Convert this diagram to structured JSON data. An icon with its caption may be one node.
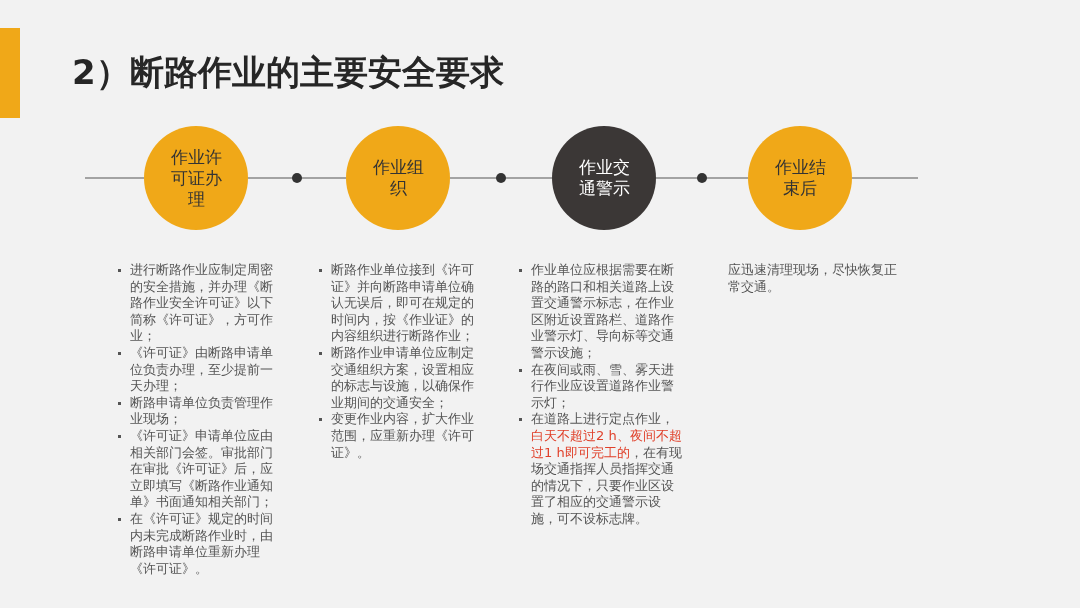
{
  "diagram": {
    "title": "2）断路作业的主要安全要求",
    "nodes": [
      {
        "text": [
          "作业许可证办理"
        ],
        "beside": [
          "进行断路作业应制定周密的安全措施，并办理《断路作业安全许可证》以下简称《许可证》，方可作业；",
          "《许可证》由断路申请单位负责办理，至少提前一天办理；",
          "断路申请单位负责管理作业现场；",
          "《许可证》申请单位应由相关部门会签。审批部门在审批《许可证》后，应立即填写《断路作业通知单》书面通知相关部门；",
          "在《许可证》规定的时间内未完成断路作业时，由断路申请单位重新办理《许可证》。"
        ]
      },
      {
        "text": [
          "作业组织"
        ],
        "beside": [
          "断路作业单位接到《许可证》并向断路申请单位确认无误后，即可在规定的时间内，按《作业证》的内容组织进行断路作业；",
          "断路作业申请单位应制定交通组织方案，设置相应的标志与设施，以确保作业期间的交通安全；",
          "变更作业内容，扩大作业范围，应重新办理《许可证》。"
        ]
      },
      {
        "text": [
          "作业交通警示"
        ],
        "beside": [
          "作业单位应根据需要在断路的路口和相关道路上设置交通警示标志，在作业区附近设置路栏、道路作业警示灯、导向标等交通警示设施；",
          "在夜间或雨、雪、雾天进行作业应设置道路作业警示灯；",
          "在道路上进行定点作业，*白天不超过2 h、夜间不超过1 h即可完工的*，在有现场交通指挥人员指挥交通的情况下，只要作业区设置了相应的交通警示设施，可不设标志牌。"
        ]
      },
      {
        "text": [
          "作业结束后"
        ],
        "beside": [
          "应迅速清理现场，尽快恢复正常交通。"
        ]
      }
    ],
    "edges": [
      {
        "from": null,
        "to": 0,
        "arrow": "none"
      },
      {
        "from": 0,
        "to": 1,
        "arrow": "none"
      },
      {
        "from": 1,
        "to": 2,
        "arrow": "none"
      },
      {
        "from": 2,
        "to": 3,
        "arrow": "none"
      },
      {
        "from": 3,
        "to": null,
        "arrow": "none"
      }
    ]
  }
}
